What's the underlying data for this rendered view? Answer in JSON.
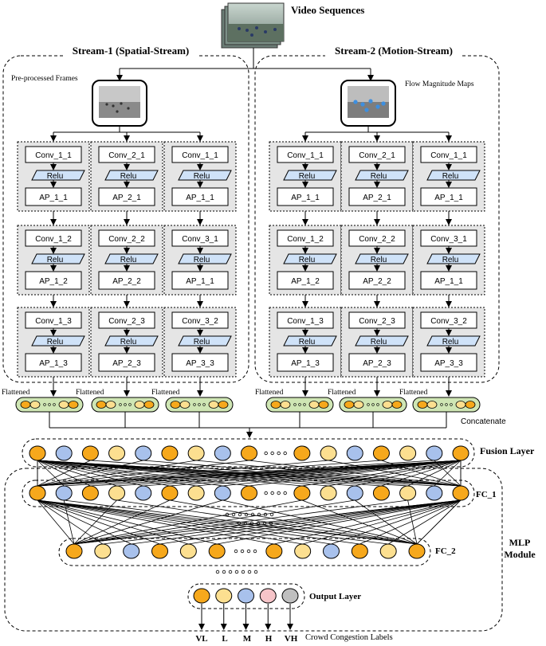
{
  "header": {
    "input_title": "Video Sequences"
  },
  "streams": [
    {
      "title": "Stream-1 (Spatial-Stream)",
      "preprocess_label": "Pre-processed Frames",
      "columns": [
        {
          "blocks": [
            [
              "Conv_1_1",
              "Relu",
              "AP_1_1"
            ],
            [
              "Conv_1_2",
              "Relu",
              "AP_1_2"
            ],
            [
              "Conv_1_3",
              "Relu",
              "AP_1_3"
            ]
          ]
        },
        {
          "blocks": [
            [
              "Conv_2_1",
              "Relu",
              "AP_2_1"
            ],
            [
              "Conv_2_2",
              "Relu",
              "AP_2_2"
            ],
            [
              "Conv_2_3",
              "Relu",
              "AP_2_3"
            ]
          ]
        },
        {
          "blocks": [
            [
              "Conv_1_1",
              "Relu",
              "AP_1_1"
            ],
            [
              "Conv_3_1",
              "Relu",
              "AP_1_1"
            ],
            [
              "Conv_3_2",
              "Relu",
              "AP_3_3"
            ]
          ]
        }
      ],
      "flatten_labels": [
        "Flattened",
        "Flattened",
        "Flattened"
      ]
    },
    {
      "title": "Stream-2 (Motion-Stream)",
      "preprocess_label": "Flow Magnitude Maps",
      "columns": [
        {
          "blocks": [
            [
              "Conv_1_1",
              "Relu",
              "AP_1_1"
            ],
            [
              "Conv_1_2",
              "Relu",
              "AP_1_2"
            ],
            [
              "Conv_1_3",
              "Relu",
              "AP_1_3"
            ]
          ]
        },
        {
          "blocks": [
            [
              "Conv_2_1",
              "Relu",
              "AP_2_1"
            ],
            [
              "Conv_2_2",
              "Relu",
              "AP_2_2"
            ],
            [
              "Conv_2_3",
              "Relu",
              "AP_2_3"
            ]
          ]
        },
        {
          "blocks": [
            [
              "Conv_1_1",
              "Relu",
              "AP_1_1"
            ],
            [
              "Conv_3_1",
              "Relu",
              "AP_1_1"
            ],
            [
              "Conv_3_2",
              "Relu",
              "AP_3_3"
            ]
          ]
        }
      ],
      "flatten_labels": [
        "Flattened",
        "Flattened",
        "Flattened"
      ]
    }
  ],
  "concat_label": "Concatenate",
  "fusion_label": "Fusion Layer",
  "fc1_label": "FC_1",
  "fc2_label": "FC_2",
  "mlp_label_line1": "MLP",
  "mlp_label_line2": "Module",
  "output_label": "Output Layer",
  "output_classes": [
    "VL",
    "L",
    "M",
    "H",
    "VH"
  ],
  "bottom_caption": "Crowd Congestion Labels",
  "colors": {
    "node_orange": "#f6a81c",
    "node_yellow": "#fcdf90",
    "node_blue": "#a8c1ec",
    "node_pink": "#f6c4c8",
    "node_gray": "#bfbfbf",
    "block_fill": "#e5e5e5",
    "relu_fill": "#cfe2f8",
    "flatten_fill": "#cfe6b4"
  },
  "layers": {
    "fusion": [
      "orange",
      "blue",
      "orange",
      "yellow",
      "blue",
      "orange",
      "yellow",
      "blue",
      "orange",
      "dots",
      "orange",
      "yellow",
      "blue",
      "orange",
      "yellow",
      "blue",
      "orange"
    ],
    "fc1": [
      "orange",
      "blue",
      "orange",
      "yellow",
      "blue",
      "orange",
      "yellow",
      "blue",
      "orange",
      "dots",
      "orange",
      "yellow",
      "blue",
      "orange",
      "yellow",
      "blue",
      "orange"
    ],
    "fc2": [
      "orange",
      "yellow",
      "blue",
      "orange",
      "yellow",
      "orange",
      "dots",
      "orange",
      "yellow",
      "blue",
      "orange",
      "yellow",
      "orange"
    ],
    "output": [
      "orange",
      "yellow",
      "blue",
      "pink",
      "gray"
    ]
  }
}
